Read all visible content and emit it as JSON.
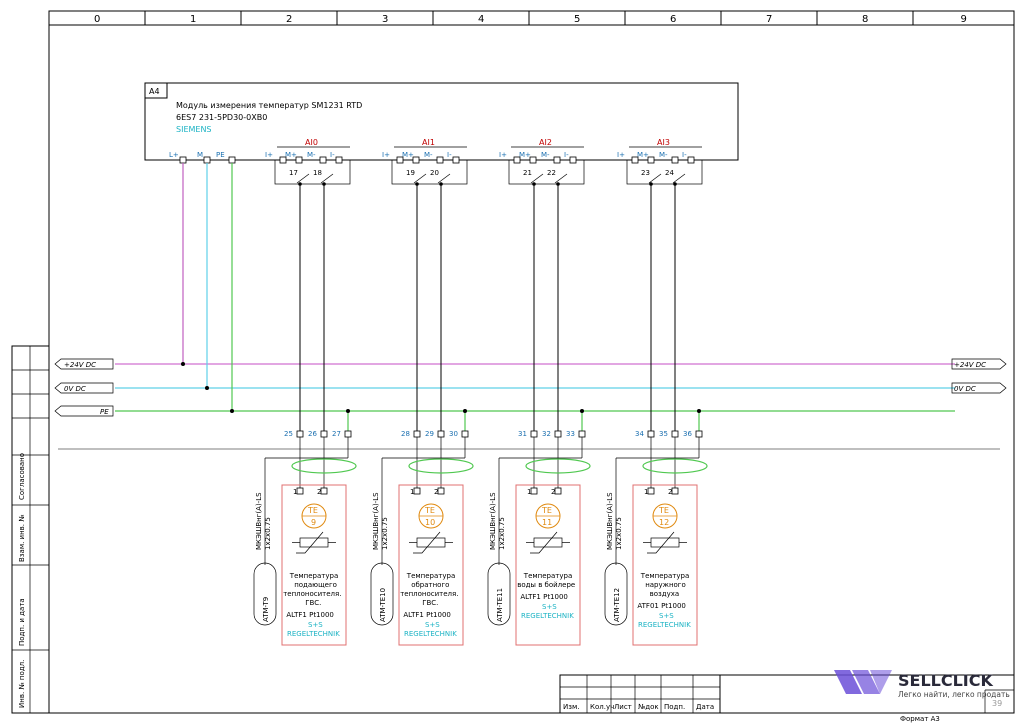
{
  "columns": [
    "0",
    "1",
    "2",
    "3",
    "4",
    "5",
    "6",
    "7",
    "8",
    "9"
  ],
  "module": {
    "ref": "A4",
    "line1": "Модуль измерения температур SM1231 RTD",
    "line2": "6ES7 231-5PD30-0XB0",
    "line3": "SIEMENS",
    "power_labels": [
      "L+",
      "M",
      "PE"
    ],
    "channels": [
      {
        "name": "AI0",
        "pins": [
          "I+",
          "M+",
          "M-",
          "I-"
        ],
        "sw": [
          "17",
          "18"
        ]
      },
      {
        "name": "AI1",
        "pins": [
          "I+",
          "M+",
          "M-",
          "I-"
        ],
        "sw": [
          "19",
          "20"
        ]
      },
      {
        "name": "AI2",
        "pins": [
          "I+",
          "M+",
          "M-",
          "I-"
        ],
        "sw": [
          "21",
          "22"
        ]
      },
      {
        "name": "AI3",
        "pins": [
          "I+",
          "M+",
          "M-",
          "I-"
        ],
        "sw": [
          "23",
          "24"
        ]
      }
    ]
  },
  "buses": [
    {
      "label": "+24V DC",
      "right": "+24V DC",
      "color": "#d070d0"
    },
    {
      "label": "0V DC",
      "right": "0V DC",
      "color": "#5fd0e8"
    },
    {
      "label": "PE",
      "right": "",
      "color": "#50c850"
    }
  ],
  "sensors": [
    {
      "terminals": [
        "25",
        "26",
        "27"
      ],
      "tag": "TE",
      "num": "9",
      "pins": [
        "1",
        "2"
      ],
      "cable": "МКЭШВнг(А)-LS",
      "size": "1x2x0.75",
      "atm": "ATM-T9",
      "desc": [
        "Температура",
        "подающего",
        "теплоносителя.",
        "ГВС."
      ],
      "model": "ALTF1 Pt1000",
      "maker1": "S+S",
      "maker2": "REGELTECHNIK"
    },
    {
      "terminals": [
        "28",
        "29",
        "30"
      ],
      "tag": "TE",
      "num": "10",
      "pins": [
        "1",
        "2"
      ],
      "cable": "МКЭШВнг(А)-LS",
      "size": "1x2x0.75",
      "atm": "ATM-TE10",
      "desc": [
        "Температура",
        "обратного",
        "теплоносителя.",
        "ГВС."
      ],
      "model": "ALTF1 Pt1000",
      "maker1": "S+S",
      "maker2": "REGELTECHNIK"
    },
    {
      "terminals": [
        "31",
        "32",
        "33"
      ],
      "tag": "TE",
      "num": "11",
      "pins": [
        "1",
        "2"
      ],
      "cable": "МКЭШВнг(А)-LS",
      "size": "1x2x0.75",
      "atm": "ATM-TE11",
      "desc": [
        "Температура",
        "воды в бойлере"
      ],
      "model": "ALTF1 Pt1000",
      "maker1": "S+S",
      "maker2": "REGELTECHNIK"
    },
    {
      "terminals": [
        "34",
        "35",
        "36"
      ],
      "tag": "TE",
      "num": "12",
      "pins": [
        "1",
        "2"
      ],
      "cable": "МКЭШВнг(А)-LS",
      "size": "1x2x0.75",
      "atm": "ATM-TE12",
      "desc": [
        "Температура",
        "наружного",
        "воздуха"
      ],
      "model": "ATF01 Pt1000",
      "maker1": "S+S",
      "maker2": "REGELTECHNIK"
    }
  ],
  "side_labels": [
    "Согласовано",
    "Взам. инв. №",
    "Подп. и дата",
    "Инв. № подл."
  ],
  "title_block": [
    "Изм.",
    "Кол.уч",
    "Лист",
    "№док",
    "Подп.",
    "Дата"
  ],
  "sheet_num": "39",
  "format": "Формат А3",
  "logo": {
    "name": "SELLCLICK",
    "slogan": "Легко найти, легко продать"
  }
}
